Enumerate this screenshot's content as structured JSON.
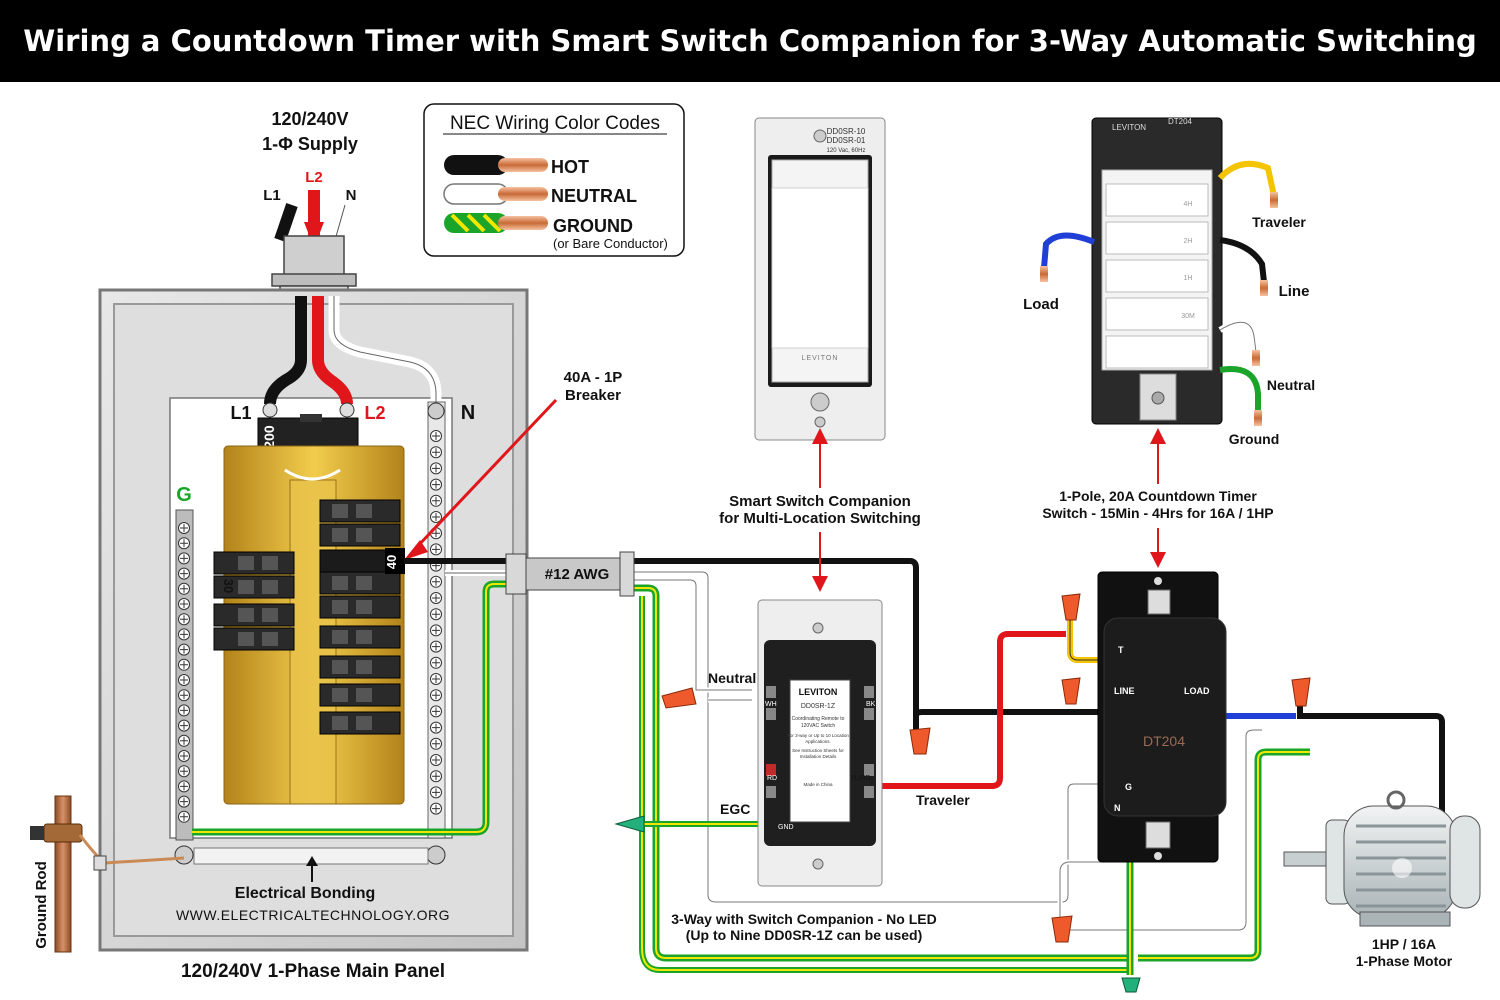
{
  "title": "Wiring a Countdown Timer with Smart Switch Companion for 3-Way Automatic Switching",
  "supply": {
    "line1": "120/240V",
    "line2": "1-Φ Supply",
    "l1": "L1",
    "l2": "L2",
    "n": "N"
  },
  "legend": {
    "title": "NEC Wiring  Color Codes",
    "hot": "HOT",
    "neutral": "NEUTRAL",
    "ground": "GROUND",
    "ground_note": "(or Bare Conductor)"
  },
  "panel": {
    "l1": "L1",
    "l2": "L2",
    "n": "N",
    "g": "G",
    "main_rating": "200",
    "breaker_30": "30",
    "breaker_40": "40",
    "breaker_callout_1": "40A - 1P",
    "breaker_callout_2": "Breaker",
    "bonding": "Electrical Bonding",
    "website": "WWW.ELECTRICALTECHNOLOGY.ORG",
    "caption": "120/240V 1-Phase Main Panel",
    "ground_rod": "Ground Rod"
  },
  "cable": {
    "label": "#12 AWG"
  },
  "companion_front": {
    "model_1": "DD0SR-10",
    "model_2": "DD0SR-01",
    "rating": "120 Vac, 60Hz",
    "brand": "LEVITON"
  },
  "companion_label": {
    "line1": "Smart Switch Companion",
    "line2": "for Multi-Location Switching"
  },
  "companion_back": {
    "brand": "LEVITON",
    "model": "DD0SR-1Z",
    "t_wh": "WH",
    "t_bk": "BK",
    "t_rd": "RD",
    "t_yl": "YL/RD",
    "t_gnd": "GND",
    "desc_1": "Coordinating Remote to",
    "desc_2": "120VAC Switch",
    "desc_3": "For 3-way or Up to 10 Location",
    "desc_4": "Applications.",
    "desc_5": "See Instruction Sheets for",
    "desc_6": "Installation Details",
    "made": "Made in China"
  },
  "timer_front": {
    "brand": "LEVITON",
    "model": "DT204",
    "btn_4h": "4H",
    "btn_2h": "2H",
    "btn_1h": "1H",
    "btn_30m": "30M"
  },
  "timer_wires": {
    "traveler": "Traveler",
    "line": "Line",
    "load": "Load",
    "neutral": "Neutral",
    "ground": "Ground"
  },
  "timer_label": {
    "line1": "1-Pole, 20A Countdown Timer",
    "line2": "Switch - 15Min - 4Hrs for 16A / 1HP"
  },
  "timer_back": {
    "model": "DT204",
    "t": "T",
    "line": "LINE",
    "load": "LOAD",
    "g": "G",
    "n": "N"
  },
  "wire_labels": {
    "neutral": "Neutral",
    "egc": "EGC",
    "traveler": "Traveler"
  },
  "note": {
    "line1": "3-Way with Switch Companion - No LED",
    "line2": "(Up to Nine DD0SR-1Z can be used)"
  },
  "motor": {
    "line1": "1HP / 16A",
    "line2": "1-Phase Motor"
  },
  "colors": {
    "hot": "#111111",
    "l2": "#e0161b",
    "neutral": "#ffffff",
    "ground": "#1aa52a",
    "ground_stripe": "#f2e600",
    "traveler": "#e0161b",
    "yellow": "#f4c400",
    "blue": "#1f3fd6",
    "busbar": "#e2b32c",
    "panel": "#d4d4d4",
    "wirenut": "#ef5a2c",
    "wirenut_green": "#23b07a"
  }
}
